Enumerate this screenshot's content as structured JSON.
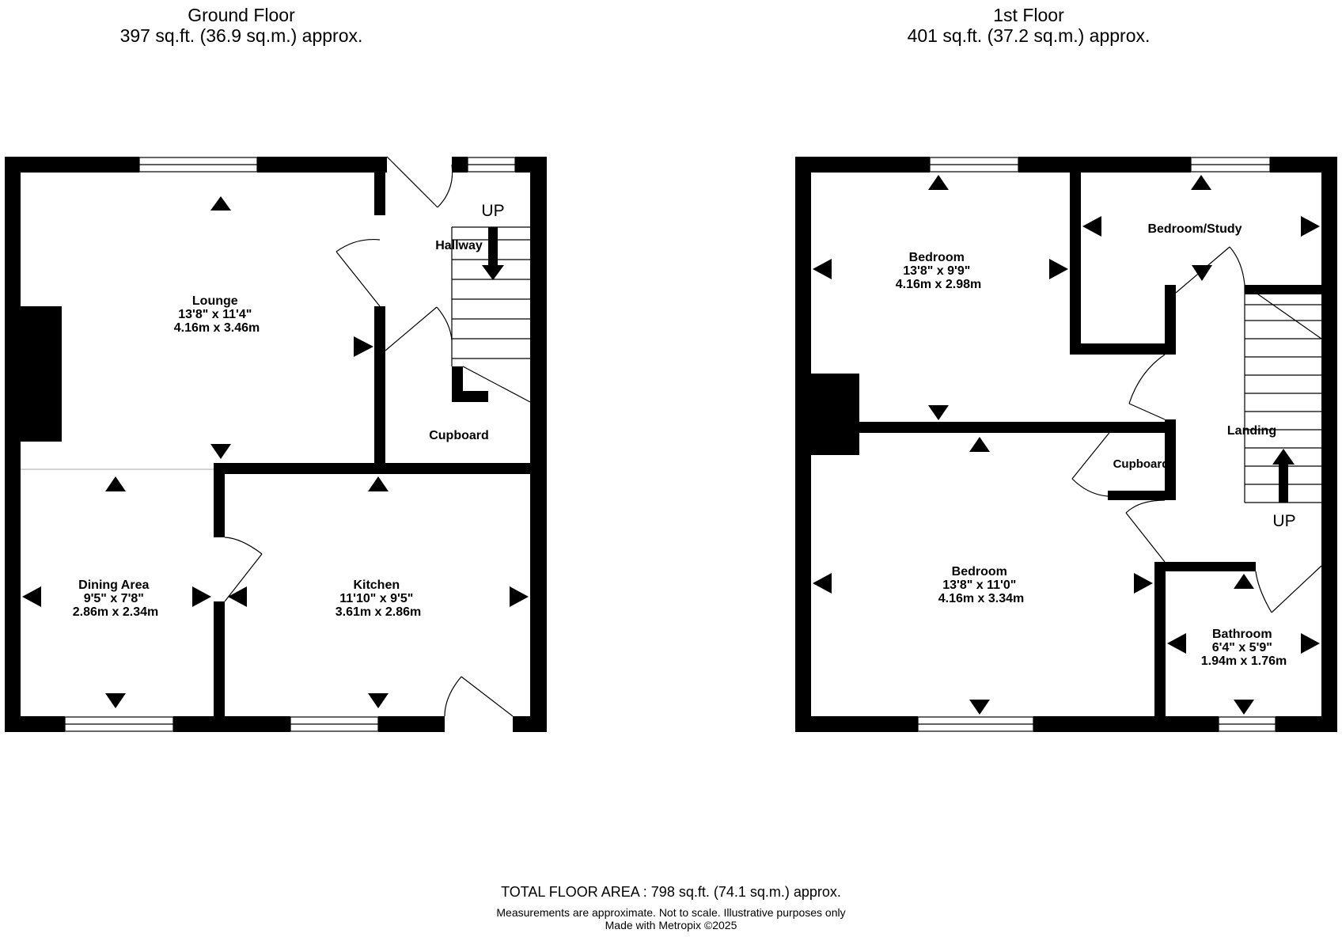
{
  "ground_floor": {
    "title": "Ground Floor",
    "area": "397 sq.ft. (36.9 sq.m.) approx.",
    "rooms": {
      "lounge": {
        "name": "Lounge",
        "imperial": "13'8\"  x 11'4\"",
        "metric": "4.16m  x 3.46m"
      },
      "hallway": {
        "name": "Hallway"
      },
      "cupboard": {
        "name": "Cupboard"
      },
      "dining": {
        "name": "Dining Area",
        "imperial": "9'5\"  x 7'8\"",
        "metric": "2.86m  x 2.34m"
      },
      "kitchen": {
        "name": "Kitchen",
        "imperial": "11'10\"  x 9'5\"",
        "metric": "3.61m  x 2.86m"
      }
    },
    "stairs_label": "UP"
  },
  "first_floor": {
    "title": "1st Floor",
    "area": "401 sq.ft. (37.2 sq.m.) approx.",
    "rooms": {
      "bedroom1": {
        "name": "Bedroom",
        "imperial": "13'8\"  x 9'9\"",
        "metric": "4.16m  x 2.98m"
      },
      "study": {
        "name": "Bedroom/Study"
      },
      "landing": {
        "name": "Landing"
      },
      "cupboard": {
        "name": "Cupboard"
      },
      "bedroom2": {
        "name": "Bedroom",
        "imperial": "13'8\"  x 11'0\"",
        "metric": "4.16m  x 3.34m"
      },
      "bathroom": {
        "name": "Bathroom",
        "imperial": "6'4\"  x 5'9\"",
        "metric": "1.94m  x 1.76m"
      }
    },
    "stairs_label": "UP"
  },
  "footer": {
    "total": "TOTAL FLOOR AREA : 798 sq.ft. (74.1 sq.m.) approx.",
    "disclaimer": "Measurements are approximate.  Not to scale.  Illustrative purposes only",
    "credit": "Made with Metropix ©2025"
  }
}
